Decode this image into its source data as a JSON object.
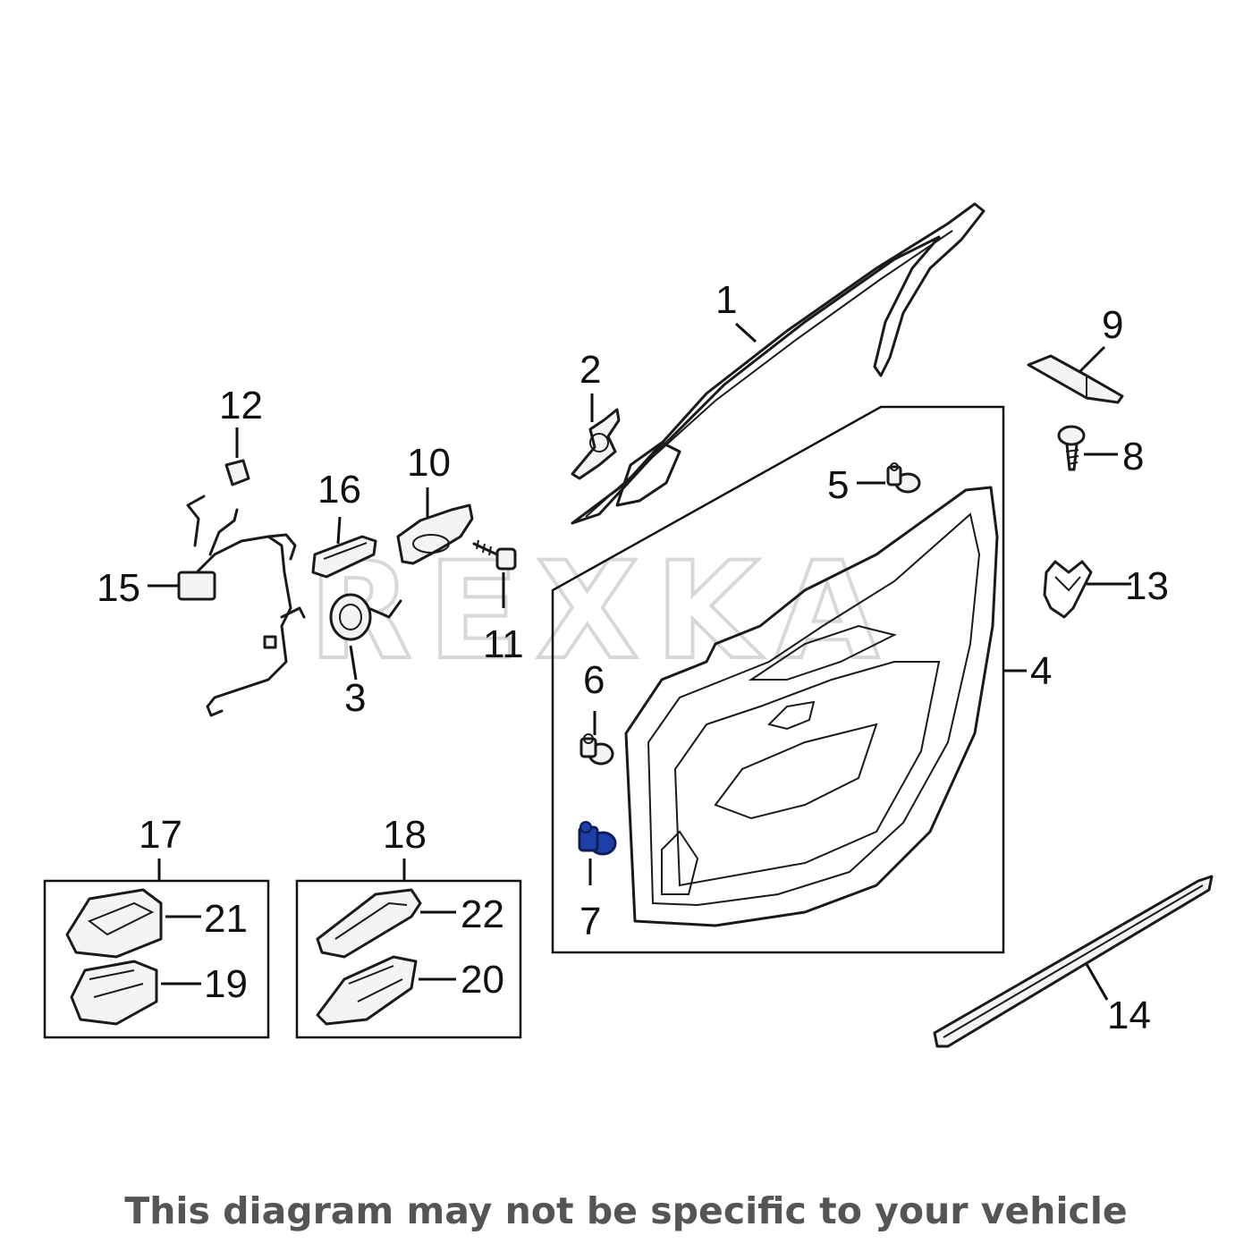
{
  "diagram": {
    "watermark": "REXKA",
    "footer_note": "This diagram may not be specific to your vehicle",
    "highlight_color": "#1f3fa8",
    "highlighted_part": "7",
    "callouts": {
      "c1": "1",
      "c2": "2",
      "c3": "3",
      "c4": "4",
      "c5": "5",
      "c6": "6",
      "c7": "7",
      "c8": "8",
      "c9": "9",
      "c10": "10",
      "c11": "11",
      "c12": "12",
      "c13": "13",
      "c14": "14",
      "c15": "15",
      "c16": "16",
      "c17": "17",
      "c18": "18",
      "c19": "19",
      "c20": "20",
      "c21": "21",
      "c22": "22"
    }
  }
}
